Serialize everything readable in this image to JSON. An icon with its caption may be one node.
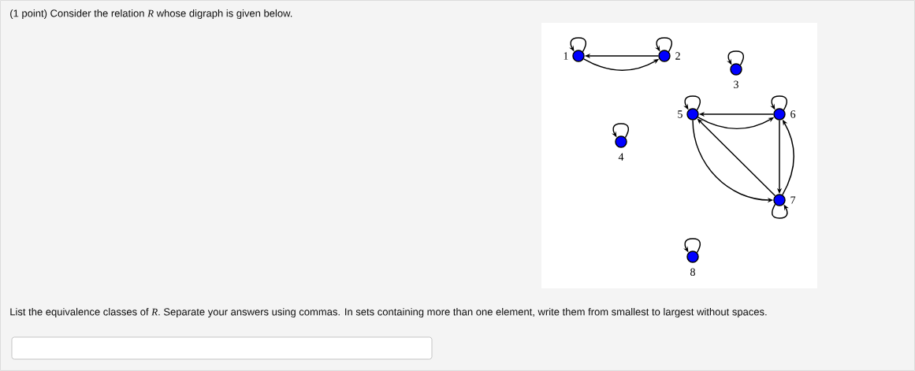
{
  "diagram": {
    "nodes": [
      {
        "text": [],
        "shape": "circle",
        "beside": [
          "1"
        ]
      },
      {
        "text": [],
        "shape": "circle",
        "beside": [
          "2"
        ]
      },
      {
        "text": [],
        "shape": "circle",
        "beside": [
          "3"
        ]
      },
      {
        "text": [],
        "shape": "circle",
        "beside": [
          "4"
        ]
      },
      {
        "text": [],
        "shape": "circle",
        "beside": [
          "5"
        ]
      },
      {
        "text": [],
        "shape": "circle",
        "beside": [
          "6"
        ]
      },
      {
        "text": [],
        "shape": "circle",
        "beside": [
          "7"
        ]
      },
      {
        "text": [],
        "shape": "circle",
        "beside": [
          "8"
        ]
      }
    ],
    "edges": [
      {
        "from": 0,
        "to": 0,
        "arrow": "to"
      },
      {
        "from": 1,
        "to": 1,
        "arrow": "to"
      },
      {
        "from": 1,
        "to": 0,
        "arrow": "to"
      },
      {
        "from": 0,
        "to": 1,
        "arrow": "to"
      },
      {
        "from": 2,
        "to": 2,
        "arrow": "to"
      },
      {
        "from": 3,
        "to": 3,
        "arrow": "to"
      },
      {
        "from": 4,
        "to": 4,
        "arrow": "to"
      },
      {
        "from": 5,
        "to": 5,
        "arrow": "to"
      },
      {
        "from": 5,
        "to": 4,
        "arrow": "to"
      },
      {
        "from": 4,
        "to": 5,
        "arrow": "to"
      },
      {
        "from": 5,
        "to": 6,
        "arrow": "to"
      },
      {
        "from": 6,
        "to": 5,
        "arrow": "to"
      },
      {
        "from": 6,
        "to": 4,
        "arrow": "to"
      },
      {
        "from": 4,
        "to": 6,
        "arrow": "to"
      },
      {
        "from": 6,
        "to": 6,
        "arrow": "to"
      },
      {
        "from": 7,
        "to": 7,
        "arrow": "to"
      }
    ],
    "labels": [
      "(1 point) Consider the relation *R* whose digraph is given below.",
      "List the equivalence classes of *R*. Separate your answers using commas. In sets containing more than one element, write them from smallest to largest without spaces."
    ]
  }
}
